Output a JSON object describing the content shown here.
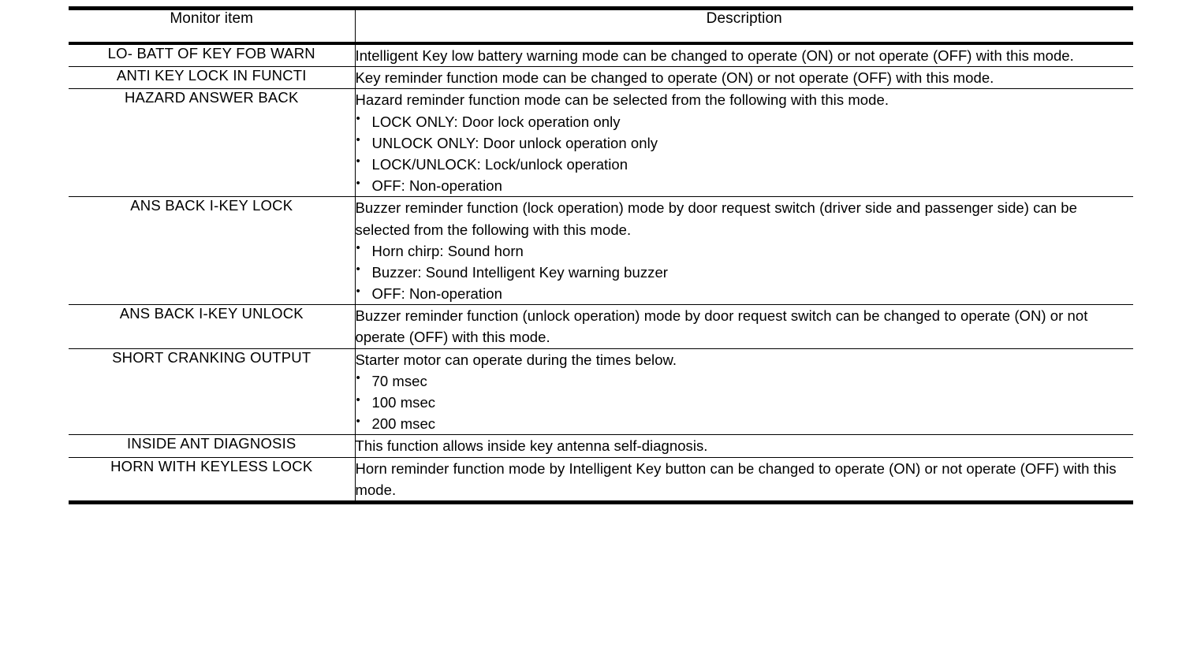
{
  "table": {
    "columns": [
      {
        "key": "monitor_item",
        "header": "Monitor item"
      },
      {
        "key": "description",
        "header": "Description"
      }
    ],
    "rows": [
      {
        "monitor_item": "LO- BATT OF KEY FOB WARN",
        "description_lead": "Intelligent Key low battery warning mode can be changed to operate (ON) or not operate (OFF) with this mode.",
        "description_bullets": []
      },
      {
        "monitor_item": "ANTI KEY LOCK IN FUNCTI",
        "description_lead": "Key reminder function mode can be changed to operate (ON) or not operate (OFF) with this mode.",
        "description_bullets": []
      },
      {
        "monitor_item": "HAZARD ANSWER BACK",
        "description_lead": "Hazard reminder function mode can be selected from the following with this mode.",
        "description_bullets": [
          "LOCK ONLY: Door lock operation only",
          "UNLOCK ONLY: Door unlock operation only",
          "LOCK/UNLOCK: Lock/unlock operation",
          "OFF: Non-operation"
        ]
      },
      {
        "monitor_item": "ANS BACK I-KEY LOCK",
        "description_lead": "Buzzer reminder function (lock operation) mode by door request switch (driver side and passenger side) can be selected from the following with this mode.",
        "description_bullets": [
          "Horn chirp: Sound horn",
          "Buzzer: Sound Intelligent Key warning buzzer",
          "OFF: Non-operation"
        ]
      },
      {
        "monitor_item": "ANS BACK I-KEY UNLOCK",
        "description_lead": "Buzzer reminder function (unlock operation) mode by door request switch can be changed to operate (ON) or not operate (OFF) with this mode.",
        "description_bullets": []
      },
      {
        "monitor_item": "SHORT CRANKING OUTPUT",
        "description_lead": "Starter motor can operate during the times below.",
        "description_bullets": [
          "70 msec",
          "100 msec",
          "200 msec"
        ]
      },
      {
        "monitor_item": "INSIDE ANT DIAGNOSIS",
        "description_lead": "This function allows inside key antenna self-diagnosis.",
        "description_bullets": []
      },
      {
        "monitor_item": "HORN WITH KEYLESS LOCK",
        "description_lead": "Horn reminder function mode by Intelligent Key button can be changed to operate (ON) or not operate (OFF) with this mode.",
        "description_bullets": []
      }
    ]
  },
  "colors": {
    "text": "#000000",
    "rule": "#000000",
    "background": "#ffffff"
  }
}
